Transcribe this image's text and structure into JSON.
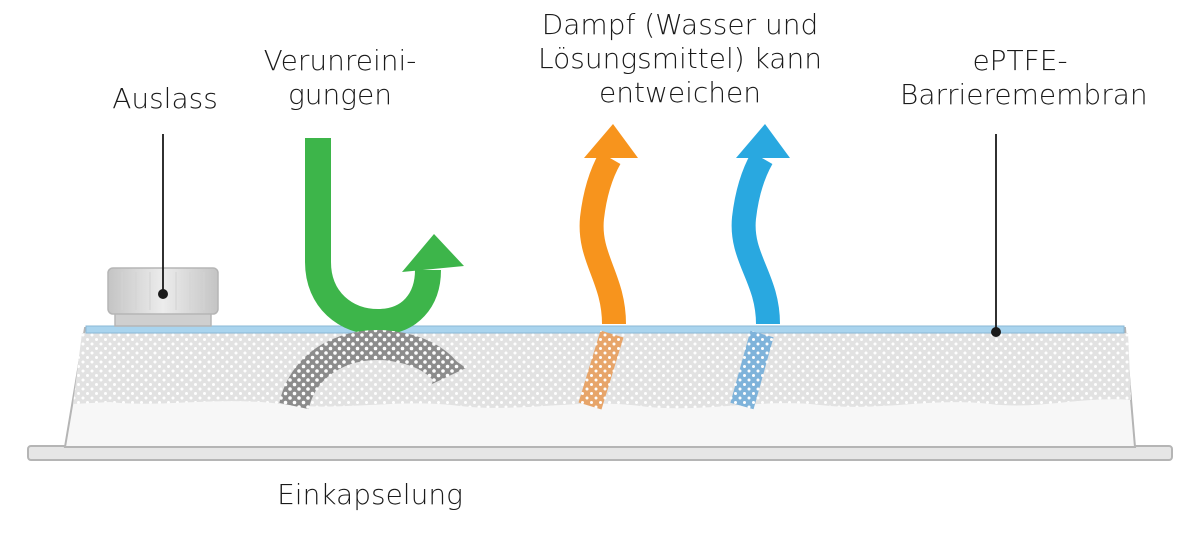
{
  "labels": {
    "outlet": "Auslass",
    "contaminants": [
      "Verunreini-",
      "gungen"
    ],
    "vapor": [
      "Dampf (Wasser und",
      "Lösungsmittel) kann",
      "entweichen"
    ],
    "membrane": [
      "ePTFE-",
      "Barrieremembran"
    ],
    "encapsulation": "Einkapselung"
  },
  "colors": {
    "contaminants_arrow": "#3db54a",
    "water_vapor_arrow": "#29a8e0",
    "solvent_vapor_arrow": "#f7941d",
    "blocked_arrow": "#8c8c8c",
    "membrane_line": "#a9d4ee",
    "housing_fill": "#e8e8e8",
    "housing_stroke": "#b5b5b5"
  }
}
